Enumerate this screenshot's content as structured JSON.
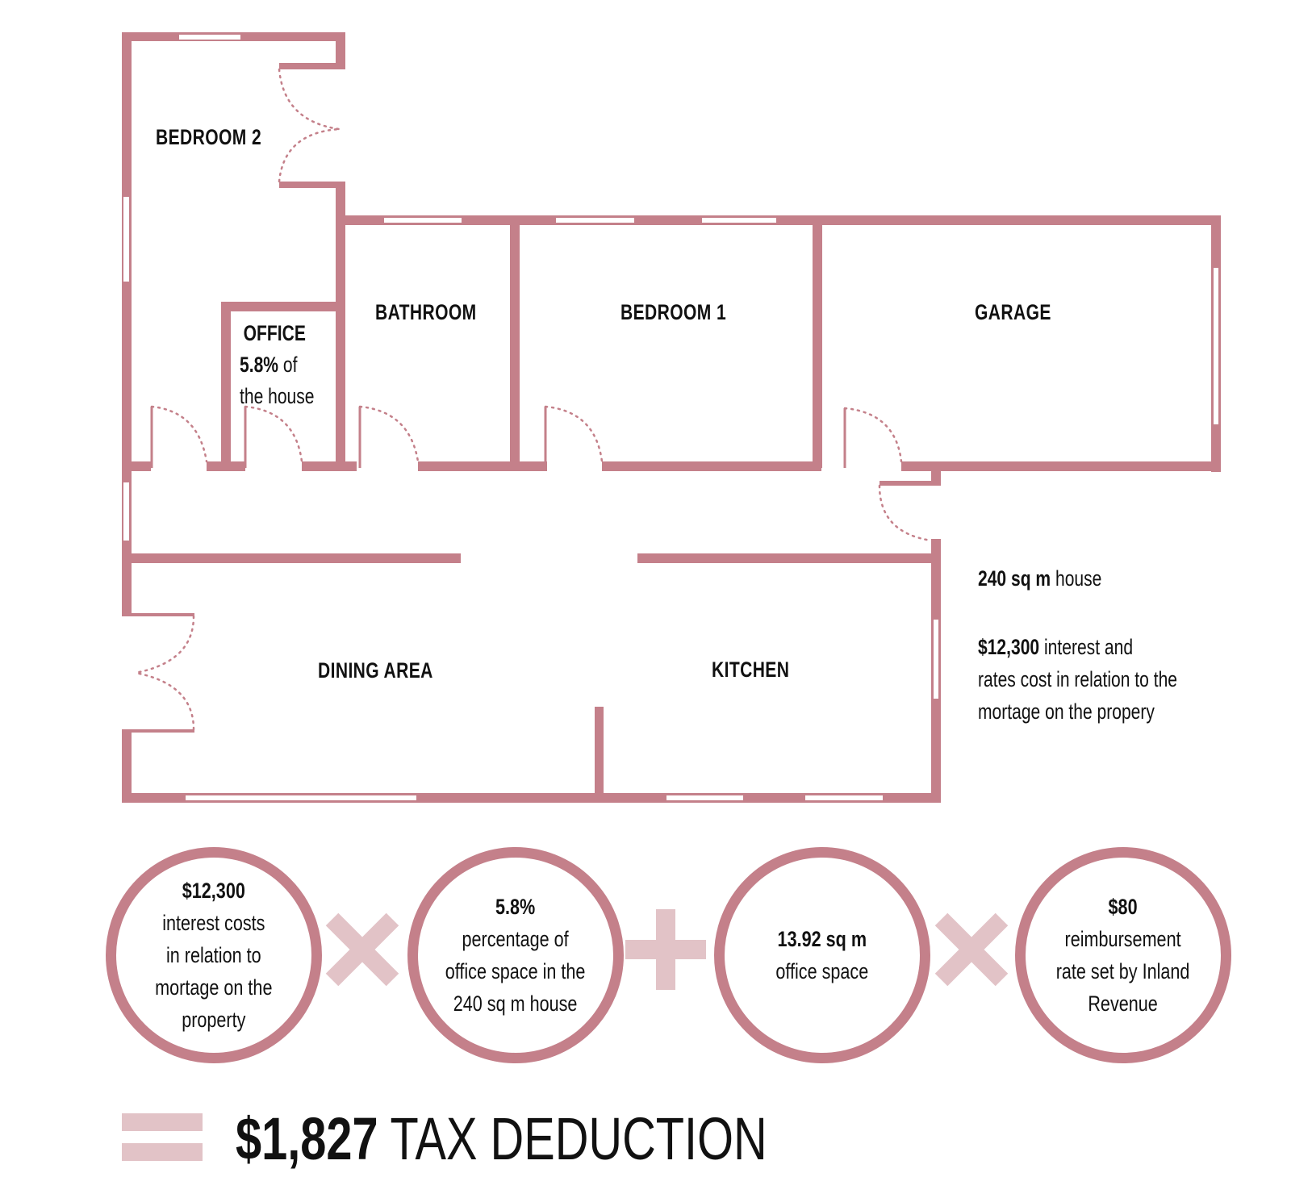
{
  "colors": {
    "wall": "#c4808a",
    "operator": "#e2c3c7",
    "text": "#111111"
  },
  "rooms": {
    "bedroom2": "BEDROOM 2",
    "office": "OFFICE",
    "bathroom": "BATHROOM",
    "bedroom1": "BEDROOM 1",
    "garage": "GARAGE",
    "dining": "DINING AREA",
    "kitchen": "KITCHEN"
  },
  "office_note": {
    "pct": "5.8%",
    "suffix": " of",
    "line2": "the house"
  },
  "info": {
    "house_size_bold": "240 sq m",
    "house_size_rest": " house",
    "cost_bold": "$12,300",
    "cost_line1_rest": " interest and",
    "cost_line2": "rates  cost in relation to the",
    "cost_line3": "mortage on the propery"
  },
  "formula": {
    "terms": [
      {
        "bold": "$12,300",
        "lines": [
          "interest costs",
          "in relation to",
          "mortage on the",
          "property"
        ]
      },
      {
        "bold": "5.8%",
        "lines": [
          "percentage of",
          "office space in the",
          "240 sq m house"
        ]
      },
      {
        "bold": "13.92 sq m",
        "lines": [
          "office space"
        ]
      },
      {
        "bold": "$80",
        "lines": [
          "reimbursement",
          "rate set by Inland",
          "Revenue"
        ]
      }
    ],
    "operators": [
      "times-icon",
      "plus-icon",
      "times-icon",
      "equals-icon"
    ],
    "result_amount": "$1,827",
    "result_label": " TAX DEDUCTION"
  }
}
